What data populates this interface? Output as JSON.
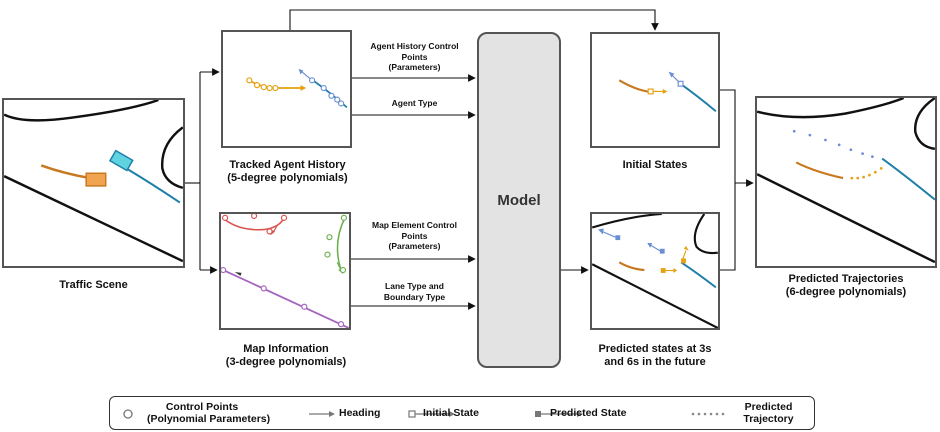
{
  "captions": {
    "traffic_scene": "Traffic Scene",
    "tracked_agent_history": [
      "Tracked Agent History",
      "(5-degree polynomials)"
    ],
    "map_information": [
      "Map Information",
      "(3-degree polynomials)"
    ],
    "initial_states": "Initial States",
    "predicted_states": [
      "Predicted states at 3s",
      "and 6s in the future"
    ],
    "predicted_trajectories": [
      "Predicted Trajectories",
      "(6-degree polynomials)"
    ]
  },
  "edge_labels": {
    "agent_history_control_points": [
      "Agent History Control",
      "Points",
      "(Parameters)"
    ],
    "agent_type": "Agent Type",
    "map_element_control_points": [
      "Map Element Control",
      "Points",
      "(Parameters)"
    ],
    "lane_boundary_type": [
      "Lane Type and",
      "Boundary Type"
    ]
  },
  "model_label": "Model",
  "legend": {
    "control_points": [
      "Control Points",
      "(Polynomial Parameters)"
    ],
    "heading": "Heading",
    "initial_state": "Initial State",
    "predicted_state": "Predicted State",
    "predicted_trajectory": [
      "Predicted",
      "Trajectory"
    ]
  },
  "colors": {
    "agent_orange": "#c8781e",
    "agent_teal": "#1e7fa8",
    "vehicle_cyan": "#5fd3e0",
    "vehicle_orange": "#f0a450",
    "heading_blue": "#6b8fd4",
    "yellow": "#e5a10f",
    "lane_red": "#d9534f",
    "lane_green": "#6ab04c",
    "lane_purple": "#a463bf",
    "gray": "#888888"
  }
}
